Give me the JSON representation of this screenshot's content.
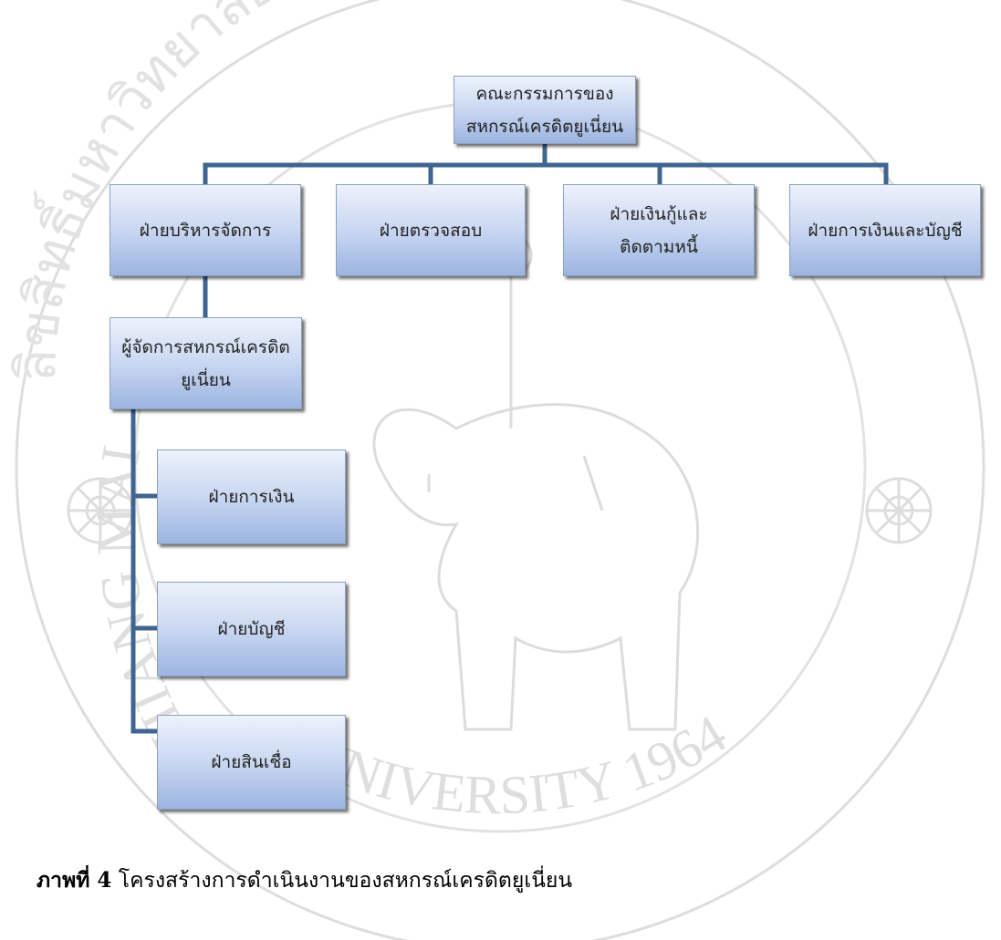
{
  "colors": {
    "connector": "#3f6590",
    "box_top": "#edf2fc",
    "box_bottom": "#9cb4e1",
    "watermark": "#dddddd"
  },
  "org_chart": {
    "root": {
      "line1": "คณะกรรมการของ",
      "line2": "สหกรณ์เครดิตยูเนี่ยน"
    },
    "departments": [
      {
        "line1": "ฝ่ายบริหารจัดการ"
      },
      {
        "line1": "ฝ่ายตรวจสอบ"
      },
      {
        "line1": "ฝ่ายเงินกู้และ",
        "line2": "ติดตามหนี้"
      },
      {
        "line1": "ฝ่ายการเงินและบัญชี"
      }
    ],
    "manager": {
      "line1": "ผู้จัดการสหกรณ์เครดิต",
      "line2": "ยูเนี่ยน"
    },
    "sub_units": [
      {
        "line1": "ฝ่ายการเงิน"
      },
      {
        "line1": "ฝ่ายบัญชี"
      },
      {
        "line1": "ฝ่ายสินเชื่อ"
      }
    ]
  },
  "watermark": {
    "text_left": "CHIANG MAI",
    "text_right": "UNIVERSITY 1964",
    "text_top": "ลิขสิทธิ์มหาวิทยาลัยเชียงใหม่"
  },
  "caption": {
    "label": "ภาพที่ 4",
    "text": " โครงสร้างการดำเนินงานของสหกรณ์เครดิตยูเนี่ยน"
  }
}
